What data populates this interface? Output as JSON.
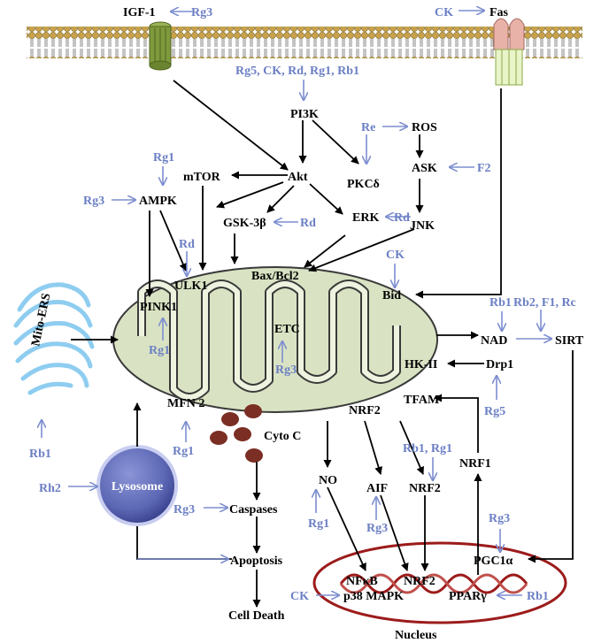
{
  "colors": {
    "ginsenoside": "#6b7fc4",
    "arrow_blue": "#7d8ed0",
    "mito_fill": "#d9e3c3",
    "mito_outline": "#3a3a3a",
    "membrane_head": "#c8a24a",
    "receptor_green": "#7f9a3c",
    "receptor_pink": "#e9b2a8",
    "lysosome": "#5d68b5",
    "nucleus_outline": "#9c1b1b",
    "cyto_c": "#7b2e24",
    "er_blue": "#8ecdf0"
  },
  "icons": {
    "receptor_igf1": "channel-receptor-icon",
    "receptor_fas": "fas-receptor-icon",
    "membrane": "lipid-bilayer-icon",
    "mitochondrion": "mitochondrion-icon",
    "er": "endoplasmic-reticulum-icon",
    "lysosome": "lysosome-icon",
    "nucleus": "nucleus-icon",
    "dna": "dna-helix-icon"
  },
  "molecules": {
    "igf1": "IGF-1",
    "fas": "Fas",
    "pi3k": "PI3K",
    "ros": "ROS",
    "akt": "Akt",
    "mtor": "mTOR",
    "pkcd": "PKCδ",
    "ask": "ASK",
    "ampk": "AMPK",
    "gsk3b": "GSK-3β",
    "erk": "ERK",
    "jnk": "JNK",
    "baxbcl2": "Bax/Bcl2",
    "ulk1": "ULK1",
    "pink1": "PINK1",
    "bid": "Bid",
    "etc": "ETC",
    "nad": "NAD",
    "sirt": "SIRT",
    "hk2": "HK-II",
    "drp1": "Drp1",
    "mfn2": "MFN 2",
    "tfam": "TFAM",
    "nrf2_mito": "NRF2",
    "cytoc": "Cyto C",
    "nrf1": "NRF1",
    "no": "NO",
    "aif": "AIF",
    "nrf2": "NRF2",
    "caspases": "Caspases",
    "apoptosis": "Apoptosis",
    "celldeath": "Cell Death",
    "nfkb": "NFκB",
    "nrf2_nuc": "NRF2",
    "pgc1a": "PGC1α",
    "p38": "p38 MAPK",
    "pparg": "PPARγ",
    "nucleus": "Nucleus",
    "lysosome": "Lysosome",
    "mito_ers": "Mito-ERS"
  },
  "ginsenosides": {
    "igf1": "Rg3",
    "fas": "CK",
    "pi3k": "Rg5, CK, Rd, Rg1, Rb1",
    "ros": "Re",
    "ask": "F2",
    "ampk_top": "Rg1",
    "ampk_left": "Rg3",
    "ulk1": "Rd",
    "gsk3b": "Rd",
    "erk": "Rd",
    "bid": "CK",
    "nad": "Rb1",
    "sirt": "Rb2, F1, Rc",
    "pink1": "Rg1",
    "etc": "Rg3",
    "drp1": "Rg5",
    "mito_ers": "Rb1",
    "mfn2": "Rg1",
    "lysosome": "Rh2",
    "nrf2_mito": "Rb1, Rg1",
    "caspases": "Rg3",
    "no": "Rg1",
    "aif": "Rg3",
    "pgc1a": "Rg3",
    "p38": "CK",
    "pparg": "Rb1"
  }
}
